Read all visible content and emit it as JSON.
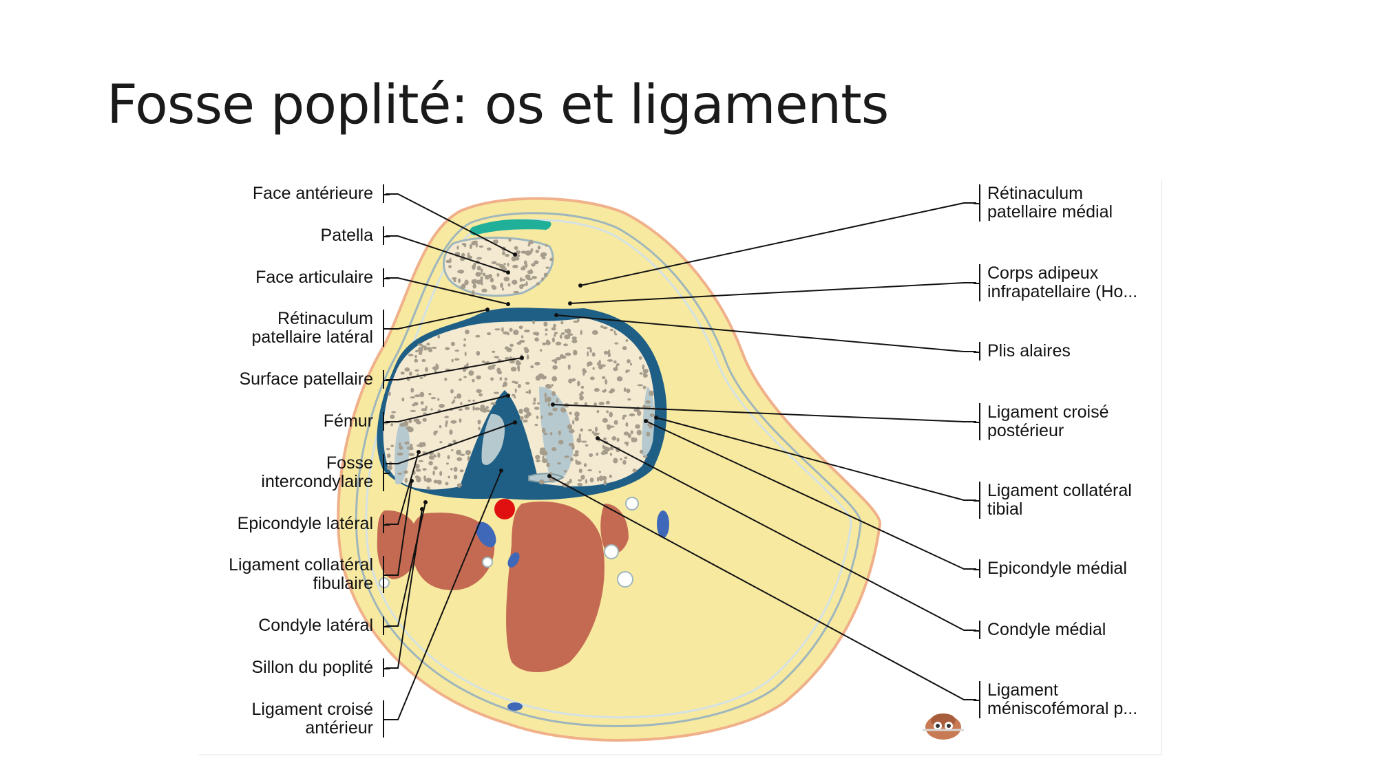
{
  "title": "Fosse poplité: os et ligaments",
  "left_labels": [
    {
      "lines": [
        "Face antérieure"
      ]
    },
    {
      "lines": [
        "Patella"
      ]
    },
    {
      "lines": [
        "Face articulaire"
      ]
    },
    {
      "lines": [
        "Rétinaculum",
        "patellaire latéral"
      ]
    },
    {
      "lines": [
        "Surface patellaire"
      ]
    },
    {
      "lines": [
        "Fémur"
      ]
    },
    {
      "lines": [
        "Fosse",
        "intercondylaire"
      ]
    },
    {
      "lines": [
        "Epicondyle latéral"
      ]
    },
    {
      "lines": [
        "Ligament collatéral",
        "fibulaire"
      ]
    },
    {
      "lines": [
        "Condyle latéral"
      ]
    },
    {
      "lines": [
        "Sillon du poplité"
      ]
    },
    {
      "lines": [
        "Ligament croisé",
        "antérieur"
      ]
    }
  ],
  "right_labels": [
    {
      "lines": [
        "Rétinaculum",
        "patellaire médial"
      ]
    },
    {
      "lines": [
        "Corps adipeux",
        "infrapatellaire (Ho..."
      ]
    },
    {
      "lines": [
        "Plis alaires"
      ]
    },
    {
      "lines": [
        "Ligament croisé",
        "postérieur"
      ]
    },
    {
      "lines": [
        "Ligament collatéral",
        "tibial"
      ]
    },
    {
      "lines": [
        "Epicondyle médial"
      ]
    },
    {
      "lines": [
        "Condyle médial"
      ]
    },
    {
      "lines": [
        "Ligament",
        "méniscofémoral p..."
      ]
    }
  ],
  "colors": {
    "fat": "#f7e9a0",
    "skin_edge": "#f0b08a",
    "bone": "#f4ead2",
    "bone_spots": "#a59c8c",
    "synovial": "#1f5f86",
    "muscle": "#c46a52",
    "artery": "#e01010",
    "vein": "#3f68b8",
    "tendon": "#20b09a",
    "ligament": "#b6c9cf"
  },
  "icons": {
    "mascot": "mascot-icon"
  }
}
